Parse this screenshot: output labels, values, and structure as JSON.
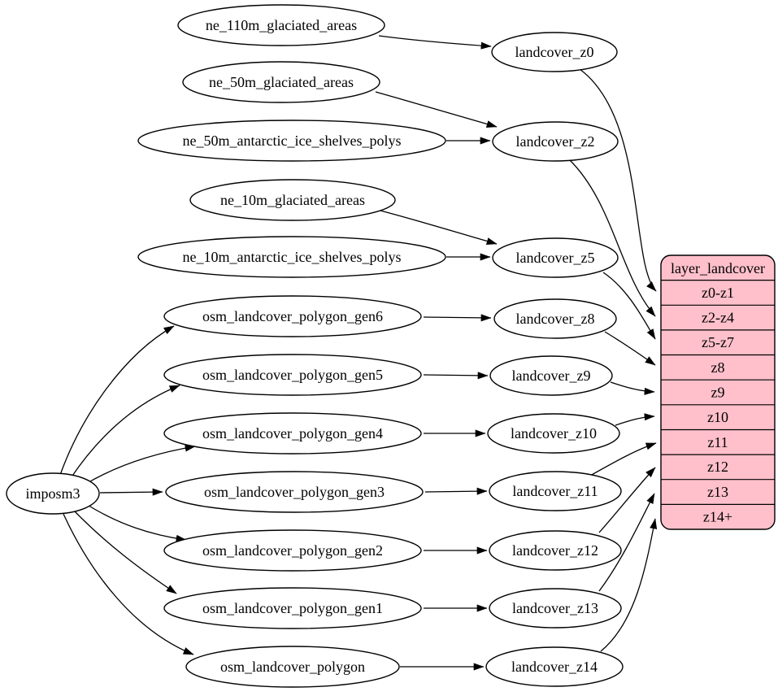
{
  "diagram": {
    "background": "#ffffff",
    "node_fill": "#ffffff",
    "record_fill": "#ffc0cb",
    "stroke": "#000000",
    "importer": {
      "label": "imposm3"
    },
    "sources": [
      {
        "label": "ne_110m_glaciated_areas"
      },
      {
        "label": "ne_50m_glaciated_areas"
      },
      {
        "label": "ne_50m_antarctic_ice_shelves_polys"
      },
      {
        "label": "ne_10m_glaciated_areas"
      },
      {
        "label": "ne_10m_antarctic_ice_shelves_polys"
      },
      {
        "label": "osm_landcover_polygon_gen6"
      },
      {
        "label": "osm_landcover_polygon_gen5"
      },
      {
        "label": "osm_landcover_polygon_gen4"
      },
      {
        "label": "osm_landcover_polygon_gen3"
      },
      {
        "label": "osm_landcover_polygon_gen2"
      },
      {
        "label": "osm_landcover_polygon_gen1"
      },
      {
        "label": "osm_landcover_polygon"
      }
    ],
    "tables": [
      {
        "label": "landcover_z0"
      },
      {
        "label": "landcover_z2"
      },
      {
        "label": "landcover_z5"
      },
      {
        "label": "landcover_z8"
      },
      {
        "label": "landcover_z9"
      },
      {
        "label": "landcover_z10"
      },
      {
        "label": "landcover_z11"
      },
      {
        "label": "landcover_z12"
      },
      {
        "label": "landcover_z13"
      },
      {
        "label": "landcover_z14"
      }
    ],
    "layer": {
      "title": "layer_landcover",
      "zoom_rows": [
        "z0-z1",
        "z2-z4",
        "z5-z7",
        "z8",
        "z9",
        "z10",
        "z11",
        "z12",
        "z13",
        "z14+"
      ]
    },
    "edges": [
      {
        "from": "ne_110m_glaciated_areas",
        "to": "landcover_z0"
      },
      {
        "from": "ne_50m_glaciated_areas",
        "to": "landcover_z2"
      },
      {
        "from": "ne_50m_antarctic_ice_shelves_polys",
        "to": "landcover_z2"
      },
      {
        "from": "ne_10m_glaciated_areas",
        "to": "landcover_z5"
      },
      {
        "from": "ne_10m_antarctic_ice_shelves_polys",
        "to": "landcover_z5"
      },
      {
        "from": "imposm3",
        "to": "osm_landcover_polygon_gen6"
      },
      {
        "from": "imposm3",
        "to": "osm_landcover_polygon_gen5"
      },
      {
        "from": "imposm3",
        "to": "osm_landcover_polygon_gen4"
      },
      {
        "from": "imposm3",
        "to": "osm_landcover_polygon_gen3"
      },
      {
        "from": "imposm3",
        "to": "osm_landcover_polygon_gen2"
      },
      {
        "from": "imposm3",
        "to": "osm_landcover_polygon_gen1"
      },
      {
        "from": "imposm3",
        "to": "osm_landcover_polygon"
      },
      {
        "from": "osm_landcover_polygon_gen6",
        "to": "landcover_z8"
      },
      {
        "from": "osm_landcover_polygon_gen5",
        "to": "landcover_z9"
      },
      {
        "from": "osm_landcover_polygon_gen4",
        "to": "landcover_z10"
      },
      {
        "from": "osm_landcover_polygon_gen3",
        "to": "landcover_z11"
      },
      {
        "from": "osm_landcover_polygon_gen2",
        "to": "landcover_z12"
      },
      {
        "from": "osm_landcover_polygon_gen1",
        "to": "landcover_z13"
      },
      {
        "from": "osm_landcover_polygon",
        "to": "landcover_z14"
      },
      {
        "from": "landcover_z0",
        "to": "z0-z1"
      },
      {
        "from": "landcover_z2",
        "to": "z2-z4"
      },
      {
        "from": "landcover_z5",
        "to": "z5-z7"
      },
      {
        "from": "landcover_z8",
        "to": "z8"
      },
      {
        "from": "landcover_z9",
        "to": "z9"
      },
      {
        "from": "landcover_z10",
        "to": "z10"
      },
      {
        "from": "landcover_z11",
        "to": "z11"
      },
      {
        "from": "landcover_z12",
        "to": "z12"
      },
      {
        "from": "landcover_z13",
        "to": "z13"
      },
      {
        "from": "landcover_z14",
        "to": "z14+"
      }
    ]
  }
}
